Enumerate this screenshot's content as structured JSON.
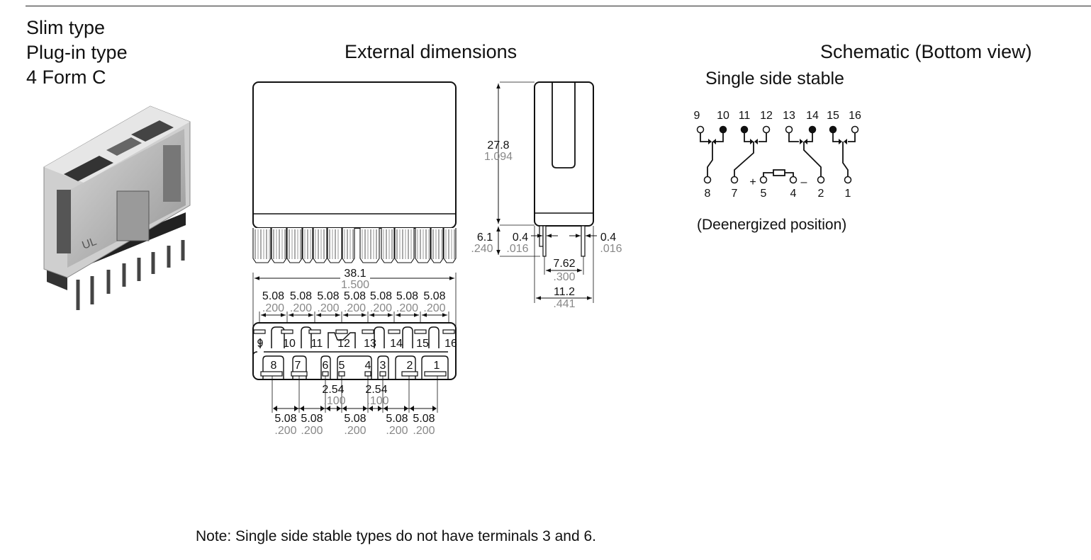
{
  "header": {
    "type_lines": [
      "Slim type",
      "Plug-in type",
      "4 Form C"
    ]
  },
  "external_dimensions": {
    "title": "External dimensions",
    "height": {
      "mm": "27.8",
      "inch": "1.094"
    },
    "pin_length": {
      "mm": "6.1",
      "inch": ".240"
    },
    "pin_thickness_left": {
      "mm": "0.4",
      "inch": ".016"
    },
    "pin_thickness_right": {
      "mm": "0.4",
      "inch": ".016"
    },
    "row_spacing": {
      "mm": "7.62",
      "inch": ".300"
    },
    "width": {
      "mm": "11.2",
      "inch": ".441"
    },
    "length": {
      "mm": "38.1",
      "inch": "1.500"
    },
    "top_pitch": [
      {
        "mm": "5.08",
        "inch": ".200"
      },
      {
        "mm": "5.08",
        "inch": ".200"
      },
      {
        "mm": "5.08",
        "inch": ".200"
      },
      {
        "mm": "5.08",
        "inch": ".200"
      },
      {
        "mm": "5.08",
        "inch": ".200"
      },
      {
        "mm": "5.08",
        "inch": ".200"
      },
      {
        "mm": "5.08",
        "inch": ".200"
      }
    ],
    "top_terminals": [
      "9",
      "10",
      "11",
      "12",
      "13",
      "14",
      "15",
      "16"
    ],
    "bottom_terminals": [
      "8",
      "7",
      "6",
      "5",
      "4",
      "3",
      "2",
      "1"
    ],
    "small_pitch": [
      {
        "mm": "2.54",
        "inch": ".100"
      },
      {
        "mm": "2.54",
        "inch": ".100"
      }
    ],
    "bottom_pitch": [
      {
        "mm": "5.08",
        "inch": ".200"
      },
      {
        "mm": "5.08",
        "inch": ".200"
      },
      {
        "mm": "5.08",
        "inch": ".200"
      },
      {
        "mm": "5.08",
        "inch": ".200"
      },
      {
        "mm": "5.08",
        "inch": ".200"
      }
    ]
  },
  "schematic": {
    "title": "Schematic (Bottom view)",
    "subtitle": "Single side stable",
    "top_pins": [
      "9",
      "10",
      "11",
      "12",
      "13",
      "14",
      "15",
      "16"
    ],
    "bottom_pins": [
      "8",
      "7",
      "5",
      "4",
      "2",
      "1"
    ],
    "plus": "+",
    "minus": "–",
    "state": "(Deenergized position)"
  },
  "note": "Note: Single side stable types do not have terminals 3 and 6."
}
